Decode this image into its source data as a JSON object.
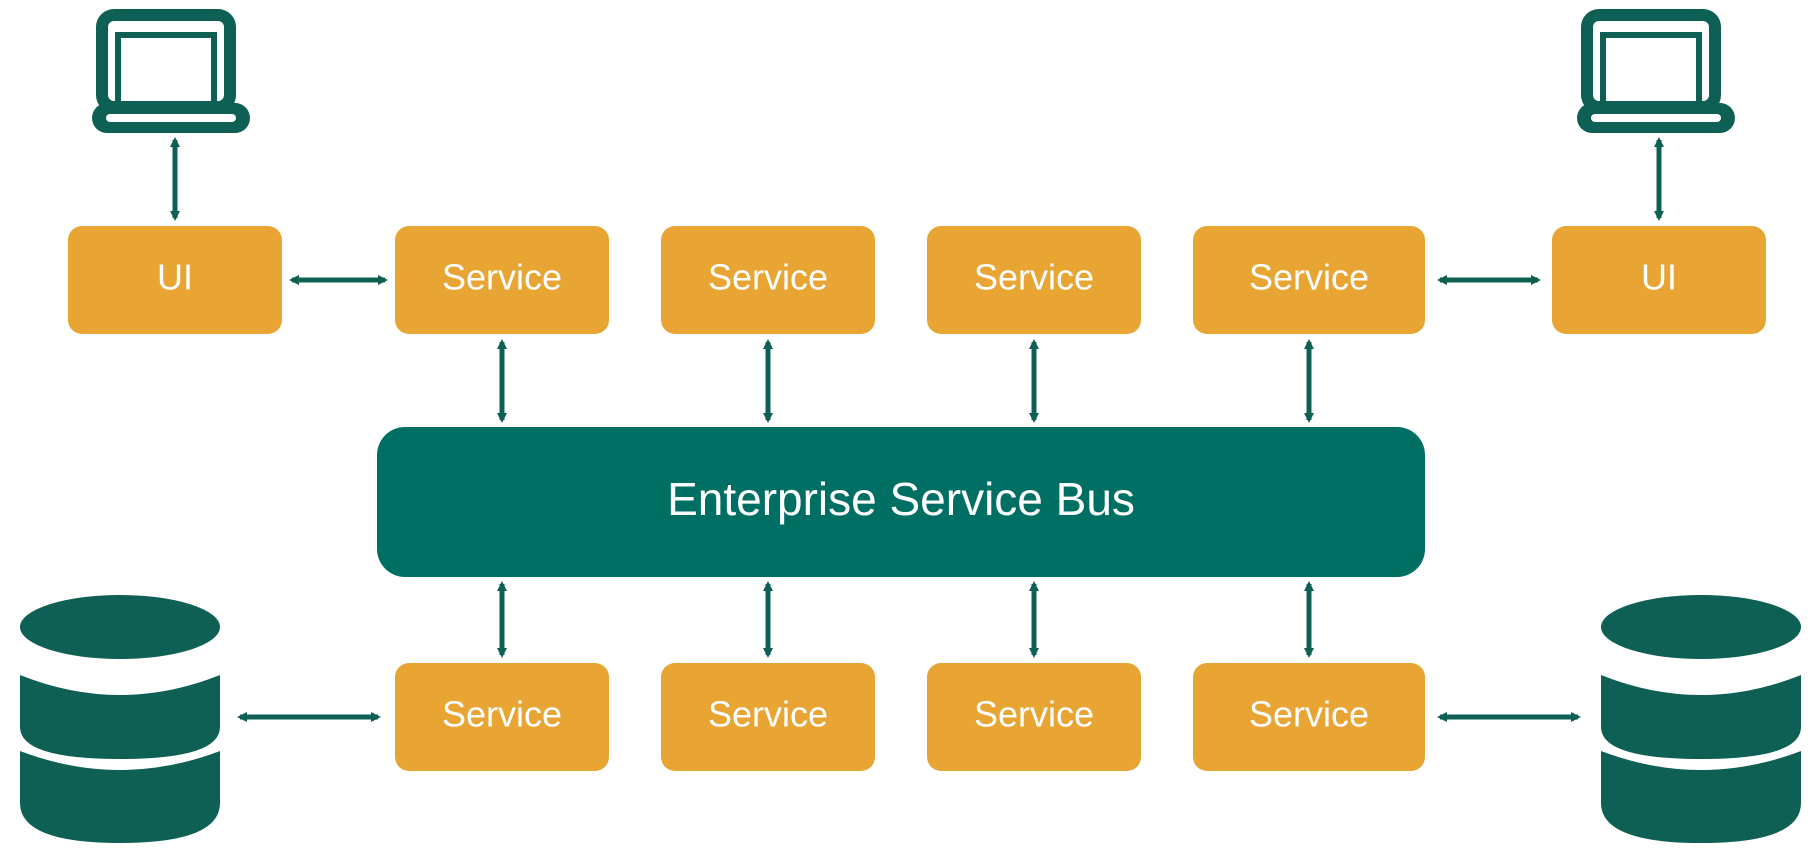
{
  "colors": {
    "box": "#E8A534",
    "bus": "#006F63",
    "icon": "#0E5F54",
    "arrow": "#0E5F54",
    "text": "#FFFFFF",
    "background": "#FFFFFF"
  },
  "nodes": {
    "ui_left": {
      "label": "UI"
    },
    "ui_right": {
      "label": "UI"
    },
    "bus": {
      "label": "Enterprise Service Bus"
    },
    "top_services": [
      {
        "label": "Service"
      },
      {
        "label": "Service"
      },
      {
        "label": "Service"
      },
      {
        "label": "Service"
      }
    ],
    "bottom_services": [
      {
        "label": "Service"
      },
      {
        "label": "Service"
      },
      {
        "label": "Service"
      },
      {
        "label": "Service"
      }
    ]
  },
  "icons": {
    "client_left": "laptop-icon",
    "client_right": "laptop-icon",
    "store_left": "database-icon",
    "store_right": "database-icon"
  }
}
